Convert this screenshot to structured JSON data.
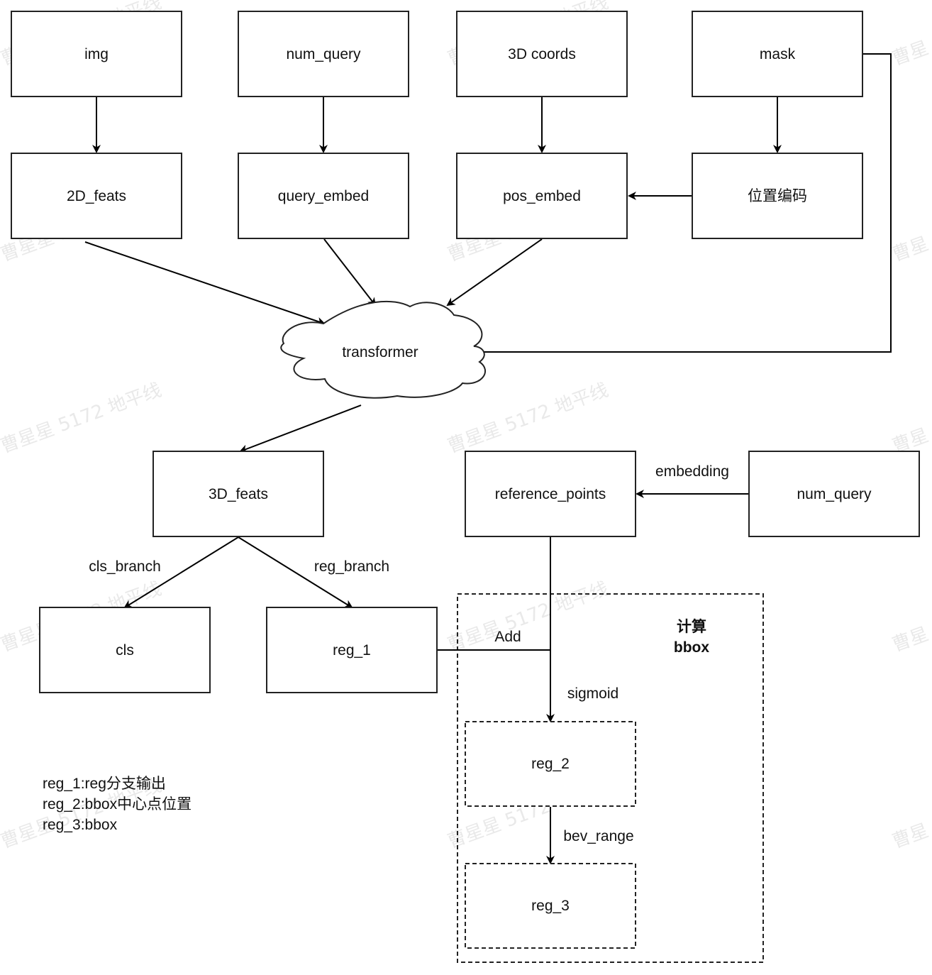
{
  "diagram": {
    "nodes": [
      {
        "id": "img",
        "label": "img",
        "shape": "rect",
        "style": "solid"
      },
      {
        "id": "num_query_top",
        "label": "num_query",
        "shape": "rect",
        "style": "solid"
      },
      {
        "id": "coords3d",
        "label": "3D coords",
        "shape": "rect",
        "style": "solid"
      },
      {
        "id": "mask",
        "label": "mask",
        "shape": "rect",
        "style": "solid"
      },
      {
        "id": "feats2d",
        "label": "2D_feats",
        "shape": "rect",
        "style": "solid"
      },
      {
        "id": "query_embed",
        "label": "query_embed",
        "shape": "rect",
        "style": "solid"
      },
      {
        "id": "pos_embed",
        "label": "pos_embed",
        "shape": "rect",
        "style": "solid"
      },
      {
        "id": "pos_encoding",
        "label": "位置编码",
        "shape": "rect",
        "style": "solid"
      },
      {
        "id": "transformer",
        "label": "transformer",
        "shape": "cloud",
        "style": "solid"
      },
      {
        "id": "feats3d",
        "label": "3D_feats",
        "shape": "rect",
        "style": "solid"
      },
      {
        "id": "reference_points",
        "label": "reference_points",
        "shape": "rect",
        "style": "solid"
      },
      {
        "id": "num_query_mid",
        "label": "num_query",
        "shape": "rect",
        "style": "solid"
      },
      {
        "id": "cls",
        "label": "cls",
        "shape": "rect",
        "style": "solid"
      },
      {
        "id": "reg_1",
        "label": "reg_1",
        "shape": "rect",
        "style": "solid"
      },
      {
        "id": "reg_2",
        "label": "reg_2",
        "shape": "rect",
        "style": "dashed"
      },
      {
        "id": "reg_3",
        "label": "reg_3",
        "shape": "rect",
        "style": "dashed"
      }
    ],
    "edges": [
      {
        "from": "img",
        "to": "feats2d",
        "label": ""
      },
      {
        "from": "num_query_top",
        "to": "query_embed",
        "label": ""
      },
      {
        "from": "coords3d",
        "to": "pos_embed",
        "label": ""
      },
      {
        "from": "mask",
        "to": "pos_encoding",
        "label": ""
      },
      {
        "from": "pos_encoding",
        "to": "pos_embed",
        "label": ""
      },
      {
        "from": "feats2d",
        "to": "transformer",
        "label": ""
      },
      {
        "from": "query_embed",
        "to": "transformer",
        "label": ""
      },
      {
        "from": "pos_embed",
        "to": "transformer",
        "label": ""
      },
      {
        "from": "mask",
        "to": "transformer",
        "label": ""
      },
      {
        "from": "transformer",
        "to": "feats3d",
        "label": ""
      },
      {
        "from": "num_query_mid",
        "to": "reference_points",
        "label": "embedding"
      },
      {
        "from": "feats3d",
        "to": "cls",
        "label": "cls_branch"
      },
      {
        "from": "feats3d",
        "to": "reg_1",
        "label": "reg_branch"
      },
      {
        "from": "reg_1",
        "to": "reference_points",
        "label": "Add",
        "arrow": false
      },
      {
        "from": "reference_points",
        "to": "reg_2",
        "label": "sigmoid"
      },
      {
        "from": "reg_2",
        "to": "reg_3",
        "label": "bev_range"
      }
    ],
    "group": {
      "id": "compute_bbox",
      "title_line1": "计算",
      "title_line2": "bbox",
      "style": "dashed"
    },
    "notes": [
      "reg_1:reg分支输出",
      "reg_2:bbox中心点位置",
      "reg_3:bbox"
    ],
    "watermark": "曹星星 5172 地平线",
    "watermark_partial": "曹星"
  }
}
